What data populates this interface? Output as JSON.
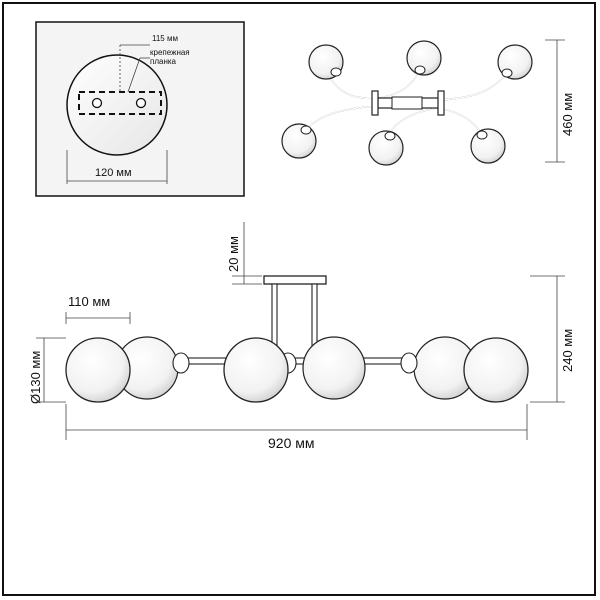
{
  "mount_plate": {
    "hole_spacing": "115 мм",
    "bracket_label_line1": "крепежная",
    "bracket_label_line2": "планка",
    "diameter": "120 мм"
  },
  "top_view": {
    "depth": "460 мм"
  },
  "side_view": {
    "rod_height": "20 мм",
    "shade_width": "110 мм",
    "shade_diameter": "Ø130 мм",
    "total_height": "240 мм",
    "total_width": "920 мм"
  }
}
